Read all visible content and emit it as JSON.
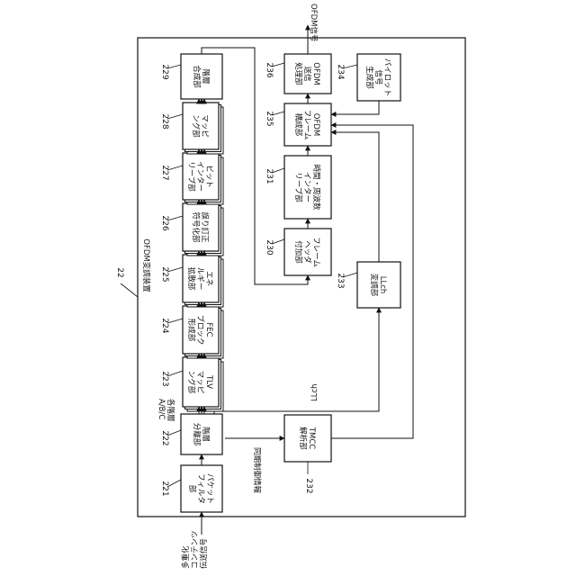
{
  "diagram": {
    "device_ref": "22",
    "device_name": "OFDM変調装置",
    "input_label": [
      "多重化",
      "コンテンツ",
      "伝送信号"
    ],
    "output_label": "OFDM信号",
    "layer_label": [
      "A/B/C",
      "各階層"
    ],
    "sync_info_label": "同期制御情報",
    "llch_label": "LLch",
    "blocks": {
      "b221": {
        "ref": "221",
        "label": [
          "パケット",
          "フィルタ",
          "部"
        ]
      },
      "b222": {
        "ref": "222",
        "label": [
          "階層",
          "分離部"
        ]
      },
      "b223": {
        "ref": "223",
        "label": [
          "TLV",
          "マッピ",
          "ング部"
        ]
      },
      "b224": {
        "ref": "224",
        "label": [
          "FEC",
          "ブロック",
          "形成部"
        ]
      },
      "b225": {
        "ref": "225",
        "label": [
          "エネ",
          "ルギー",
          "拡散部"
        ]
      },
      "b226": {
        "ref": "226",
        "label": [
          "誤り訂正",
          "符号化部"
        ]
      },
      "b227": {
        "ref": "227",
        "label": [
          "ビット",
          "インター",
          "リーブ部"
        ]
      },
      "b228": {
        "ref": "228",
        "label": [
          "マッピ",
          "ング部"
        ]
      },
      "b229": {
        "ref": "229",
        "label": [
          "階層",
          "合成部"
        ]
      },
      "b230": {
        "ref": "230",
        "label": [
          "フレーム",
          "ヘッダ",
          "付加部"
        ]
      },
      "b231": {
        "ref": "231",
        "label": [
          "時間・周波数",
          "インター",
          "リーブ部"
        ]
      },
      "b232": {
        "ref": "232",
        "label": [
          "TMCC",
          "解析部"
        ]
      },
      "b233": {
        "ref": "233",
        "label": [
          "LLch",
          "変調部"
        ]
      },
      "b234": {
        "ref": "234",
        "label": [
          "パイロット",
          "信号",
          "生成部"
        ]
      },
      "b235": {
        "ref": "235",
        "label": [
          "OFDM",
          "フレーム",
          "構成部"
        ]
      },
      "b236": {
        "ref": "236",
        "label": [
          "OFDM",
          "送信",
          "処理部"
        ]
      }
    }
  }
}
